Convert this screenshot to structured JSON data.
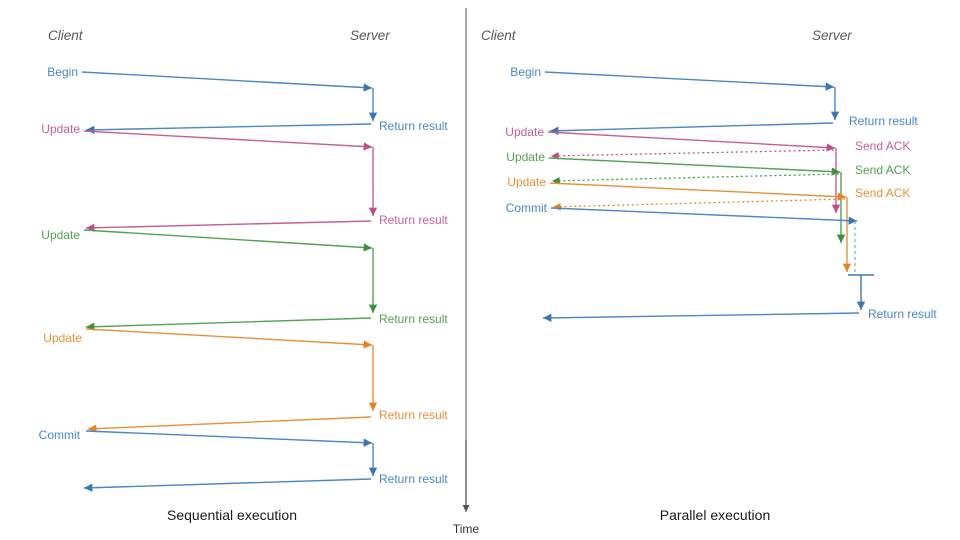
{
  "figure": {
    "panels": [
      {
        "id": "sequential",
        "caption": "Sequential execution",
        "actors": {
          "client": "Client",
          "server": "Server"
        },
        "messages": [
          {
            "label": "Begin",
            "color": "#4a86c8",
            "side": "client"
          },
          {
            "label": "Return result",
            "color": "#4a86c8",
            "side": "server"
          },
          {
            "label": "Update",
            "color": "#c75f90",
            "side": "client"
          },
          {
            "label": "Return result",
            "color": "#c75f90",
            "side": "server"
          },
          {
            "label": "Update",
            "color": "#55a055",
            "side": "client"
          },
          {
            "label": "Return result",
            "color": "#55a055",
            "side": "server"
          },
          {
            "label": "Update",
            "color": "#e69138",
            "side": "client"
          },
          {
            "label": "Return result",
            "color": "#e69138",
            "side": "server"
          },
          {
            "label": "Commit",
            "color": "#4a86c8",
            "side": "client"
          },
          {
            "label": "Return result",
            "color": "#4a86c8",
            "side": "server"
          }
        ]
      },
      {
        "id": "parallel",
        "caption": "Parallel execution",
        "actors": {
          "client": "Client",
          "server": "Server"
        },
        "messages": [
          {
            "label": "Begin",
            "color": "#4a86c8",
            "side": "client"
          },
          {
            "label": "Return result",
            "color": "#4a86c8",
            "side": "server"
          },
          {
            "label": "Update",
            "color": "#c75f90",
            "side": "client"
          },
          {
            "label": "Send ACK",
            "color": "#c75f90",
            "side": "server"
          },
          {
            "label": "Update",
            "color": "#55a055",
            "side": "client"
          },
          {
            "label": "Send ACK",
            "color": "#55a055",
            "side": "server"
          },
          {
            "label": "Update",
            "color": "#e69138",
            "side": "client"
          },
          {
            "label": "Send ACK",
            "color": "#e69138",
            "side": "server"
          },
          {
            "label": "Commit",
            "color": "#4a86c8",
            "side": "client"
          },
          {
            "label": "Return result",
            "color": "#4a86c8",
            "side": "server"
          }
        ]
      }
    ],
    "time_axis": {
      "label": "Time",
      "color": "#555555"
    },
    "divider": {
      "color": "#6b6b6b"
    },
    "palette": {
      "blue": "#4a86c8",
      "pink": "#c75f90",
      "green": "#55a055",
      "orange": "#e69138",
      "actor_text": "#595959",
      "caption_text": "#1a1a1a",
      "background": "#ffffff"
    },
    "labels": {
      "L_actor_client": "Client",
      "L_actor_server": "Server",
      "L_begin": "Begin",
      "L_update": "Update",
      "L_commit": "Commit",
      "L_return": "Return result",
      "L_ack": "Send ACK",
      "L_cap_seq": "Sequential execution",
      "L_cap_par": "Parallel execution",
      "L_time": "Time"
    }
  }
}
